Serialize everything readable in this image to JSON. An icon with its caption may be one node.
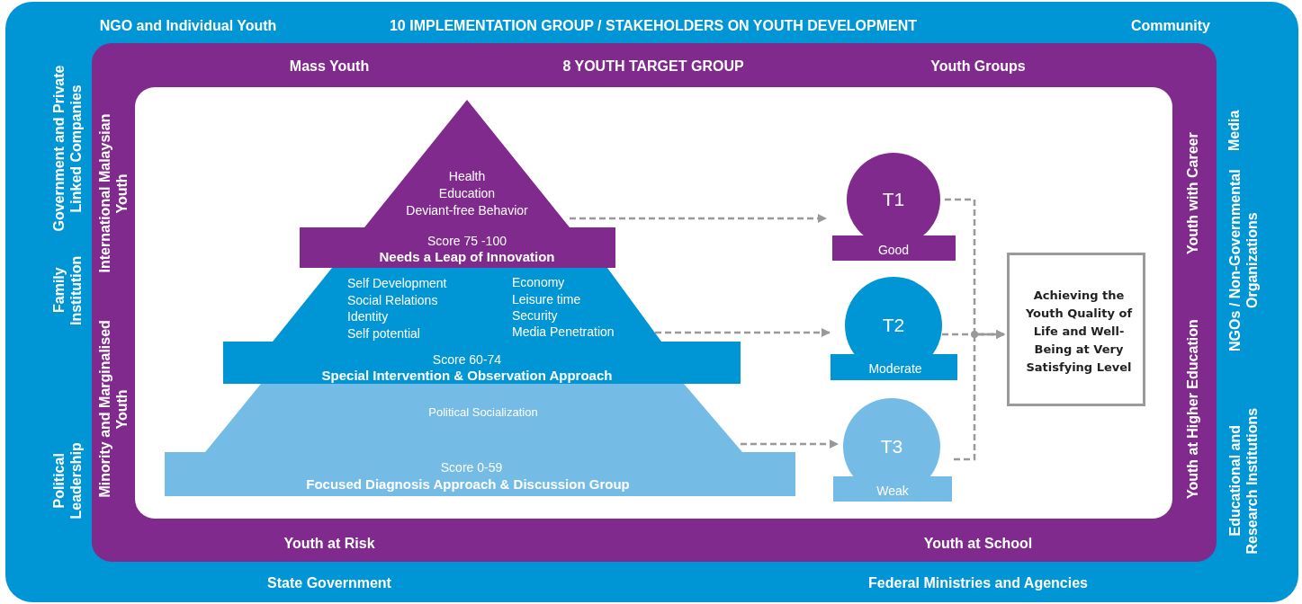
{
  "diagram": {
    "nodes": [
      {
        "text": [
          "NGO and Individual Youth",
          "10 IMPLEMENTATION GROUP / STAKEHOLDERS ON YOUTH DEVELOPMENT",
          "Community",
          "Government and Private Linked Companies",
          "Family Institution",
          "Political Leadership",
          "Media",
          "NGOs / Non-Governmental Organizations",
          "Educational and Research Institutions",
          "State Government",
          "Federal Ministries and Agencies"
        ]
      },
      {
        "text": [
          "Mass Youth",
          "8 YOUTH TARGET GROUP",
          "Youth Groups",
          "International Malaysian Youth",
          "Minority and Marginalised Youth",
          "Youth with Career",
          "Youth at Higher Education",
          "Youth at Risk",
          "Youth at School"
        ],
        "in": 0
      },
      {
        "text": [
          "Health",
          "Education",
          "Deviant-free Behavior",
          "Score 75 -100",
          "Needs a Leap of Innovation"
        ],
        "in": 1
      },
      {
        "text": [
          "Self Development",
          "Social Relations",
          "Identity",
          "Self potential",
          "Economy",
          "Leisure time",
          "Security",
          "Media Penetration",
          "Score 60-74",
          "Special Intervention & Observation Approach"
        ],
        "in": 1
      },
      {
        "text": [
          "Political Socialization",
          "Score 0-59",
          "Focused Diagnosis Approach & Discussion Group"
        ],
        "in": 1
      },
      {
        "text": [
          "T1",
          "Good"
        ],
        "in": 1
      },
      {
        "text": [
          "T2",
          "Moderate"
        ],
        "in": 1
      },
      {
        "text": [
          "T3",
          "Weak"
        ],
        "in": 1
      },
      {
        "text": [
          "Achieving the Youth Quality of Life and Well-Being at Very Satisfying Level"
        ],
        "in": 1
      }
    ],
    "edges": [
      {
        "from": 2,
        "to": 5,
        "arrow": "to",
        "style": "dashed"
      },
      {
        "from": 3,
        "to": 6,
        "arrow": "to",
        "style": "dashed"
      },
      {
        "from": 4,
        "to": 7,
        "arrow": "to",
        "style": "dashed"
      },
      {
        "from": 5,
        "to": 8,
        "arrow": "to",
        "style": "dashed"
      },
      {
        "from": 6,
        "to": 8,
        "arrow": "to",
        "style": "dashed"
      },
      {
        "from": 7,
        "to": 8,
        "arrow": "to",
        "style": "dashed"
      }
    ]
  }
}
